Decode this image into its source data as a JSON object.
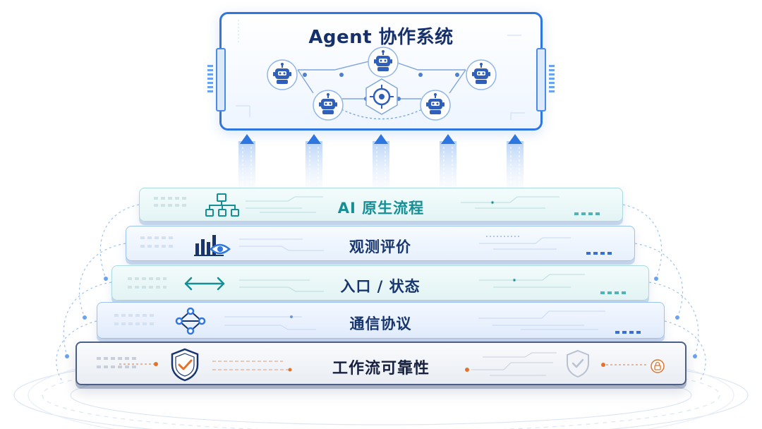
{
  "agent_panel": {
    "title": "Agent 协作系统",
    "agents": [
      "robot-icon",
      "robot-icon",
      "robot-icon",
      "robot-icon",
      "robot-icon"
    ],
    "hub_icon": "target-hexagon-icon"
  },
  "layers": [
    {
      "label": "AI 原生流程",
      "icon": "flowchart-icon",
      "accent": "#158f95"
    },
    {
      "label": "观测评价",
      "icon": "chart-eye-icon",
      "accent": "#2f76e0"
    },
    {
      "label": "入口 / 状态",
      "icon": "bidirectional-arrow-icon",
      "accent": "#158f95"
    },
    {
      "label": "通信协议",
      "icon": "network-nodes-icon",
      "accent": "#2f76e0"
    },
    {
      "label": "工作流可靠性",
      "icon": "shield-check-icon",
      "accent": "#e0742c"
    }
  ],
  "colors": {
    "primary_blue": "#2f76e0",
    "teal": "#158f95",
    "navy": "#16306b",
    "orange": "#e0742c"
  }
}
